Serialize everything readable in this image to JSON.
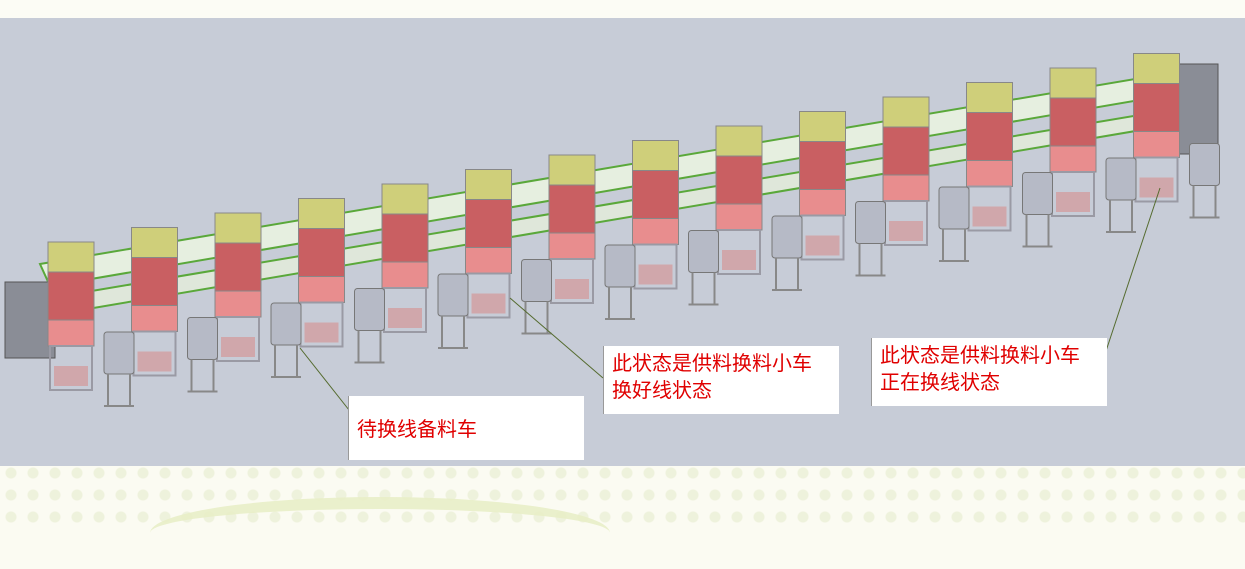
{
  "colors": {
    "background": "#c7ccd7",
    "panel_top": "#cfcf7a",
    "panel_mid": "#c95f62",
    "panel_low": "#e88d8e",
    "frame": "#9a9aa4",
    "cart": "#b6bac6",
    "rail": "#5aa83a",
    "callout_text": "#e00000"
  },
  "callouts": {
    "spare_cart": "待换线备料车",
    "swapped_state": "此状态是供料换料小车换好线状态",
    "swapping_state": "此状态是供料换料小车正在换线状态"
  }
}
